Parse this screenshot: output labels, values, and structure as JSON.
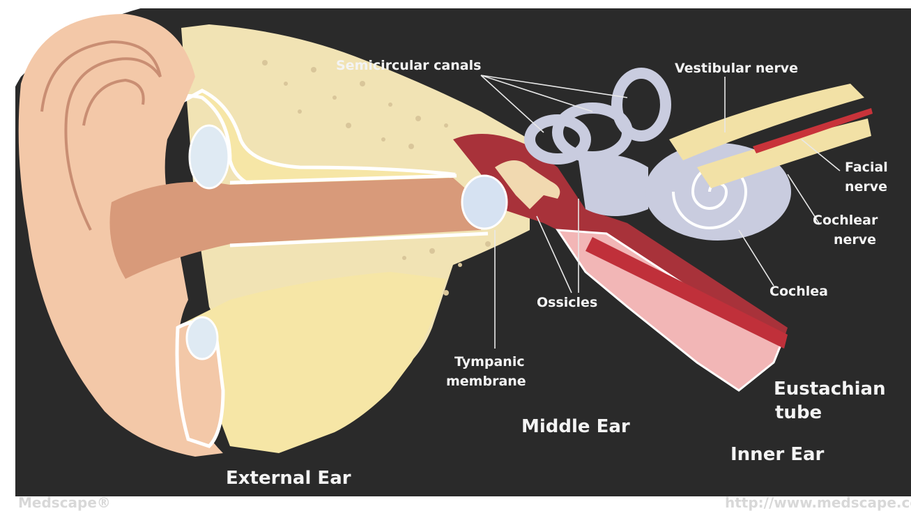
{
  "labels": {
    "semicircular_canals": "Semicircular canals",
    "vestibular_nerve": "Vestibular nerve",
    "facial_nerve_1": "Facial",
    "facial_nerve_2": "nerve",
    "cochlear_nerve_1": "Cochlear",
    "cochlear_nerve_2": "nerve",
    "cochlea": "Cochlea",
    "ossicles": "Ossicles",
    "tympanic_membrane_1": "Tympanic",
    "tympanic_membrane_2": "membrane",
    "eustachian_tube_1": "Eustachian",
    "eustachian_tube_2": "tube",
    "middle_ear": "Middle Ear",
    "inner_ear": "Inner Ear",
    "external_ear": "External Ear"
  },
  "footer": {
    "left": "Medscape®",
    "right": "http://www.medscape.com"
  },
  "colors": {
    "background": "#2a2a2a",
    "skin": "#f3c8a8",
    "canal": "#d89a7a",
    "bone": "#f1e3b4",
    "bone_speckle": "#d9c69a",
    "cartilage": "#f6e6a6",
    "middle_ear": "#a8323a",
    "labyrinth": "#c9ccdf",
    "nerve": "#f2e1a6",
    "facial_nerve": "#c8333a"
  }
}
